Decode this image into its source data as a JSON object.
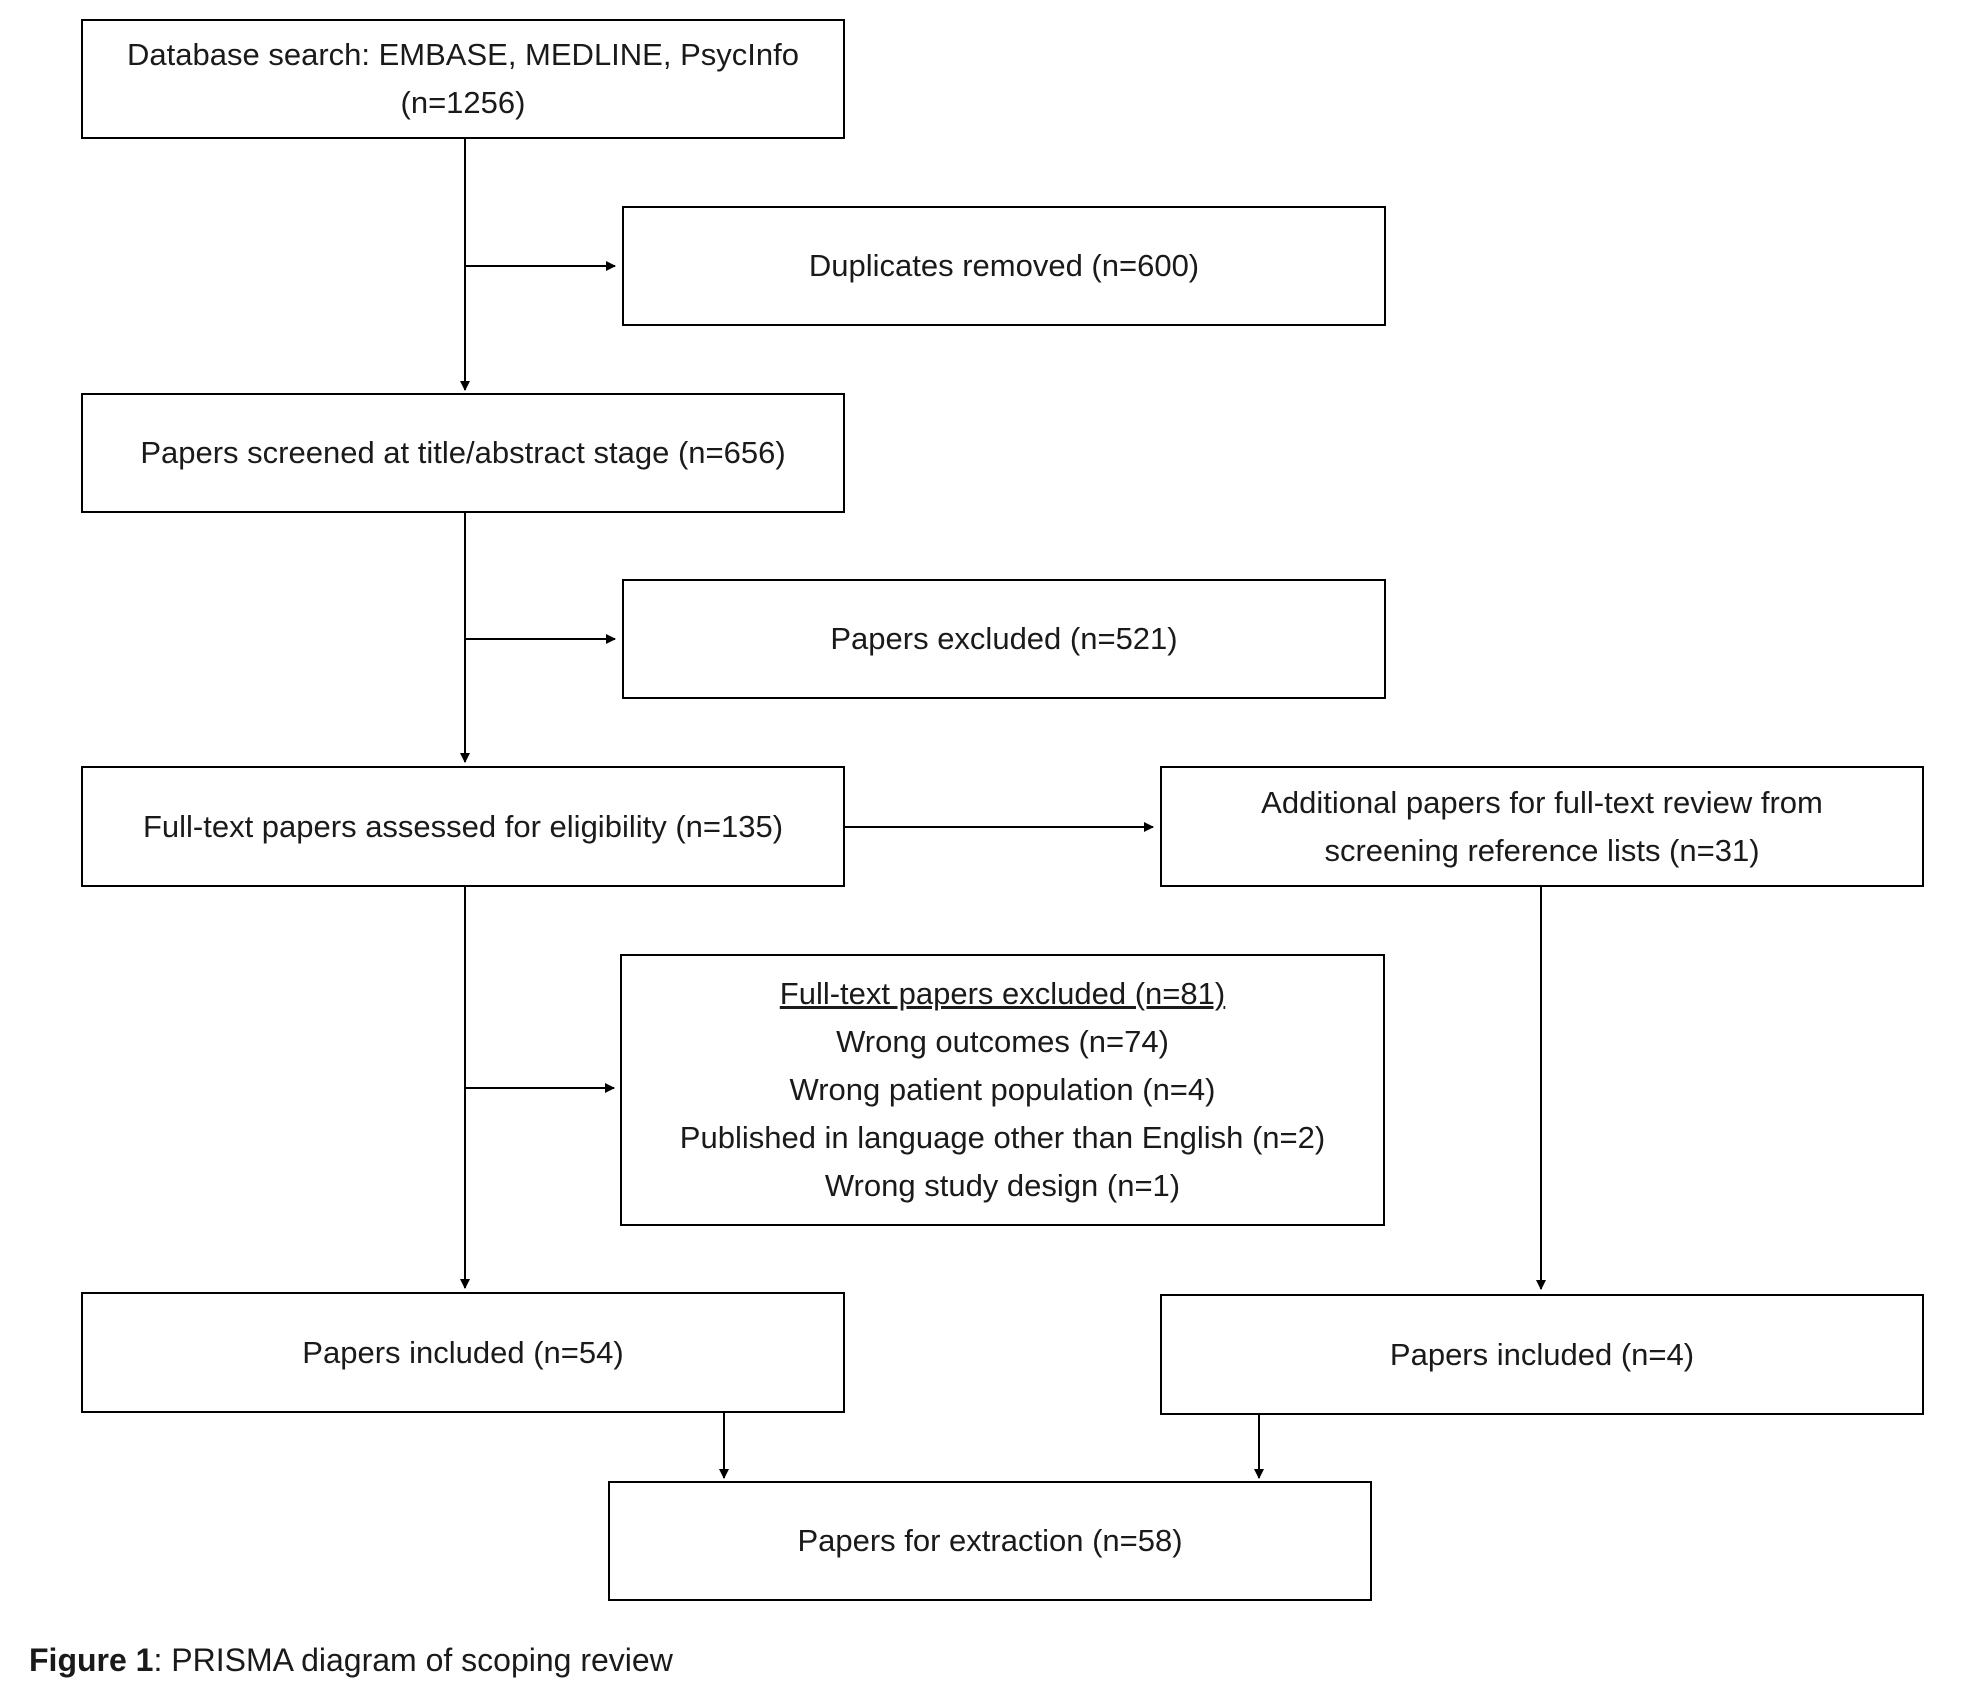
{
  "boxes": {
    "database_search": {
      "line1": "Database search: EMBASE, MEDLINE, PsycInfo",
      "line2": "(n=1256)"
    },
    "duplicates_removed": {
      "text": "Duplicates removed (n=600)"
    },
    "screened": {
      "text": "Papers screened at title/abstract stage (n=656)"
    },
    "excluded": {
      "text": "Papers excluded (n=521)"
    },
    "fulltext_assessed": {
      "text": "Full-text papers assessed for eligibility (n=135)"
    },
    "additional": {
      "line1": "Additional papers for full-text review from",
      "line2": "screening reference lists (n=31)"
    },
    "fulltext_excluded": {
      "heading": "Full-text papers excluded (n=81)",
      "reasons": [
        "Wrong outcomes (n=74)",
        "Wrong patient population (n=4)",
        "Published in language other than English (n=2)",
        "Wrong study design (n=1)"
      ]
    },
    "included_left": {
      "text": "Papers included (n=54)"
    },
    "included_right": {
      "text": "Papers included (n=4)"
    },
    "extraction": {
      "text": "Papers for extraction (n=58)"
    }
  },
  "caption": {
    "label": "Figure 1",
    "text": ": PRISMA diagram of scoping review"
  }
}
